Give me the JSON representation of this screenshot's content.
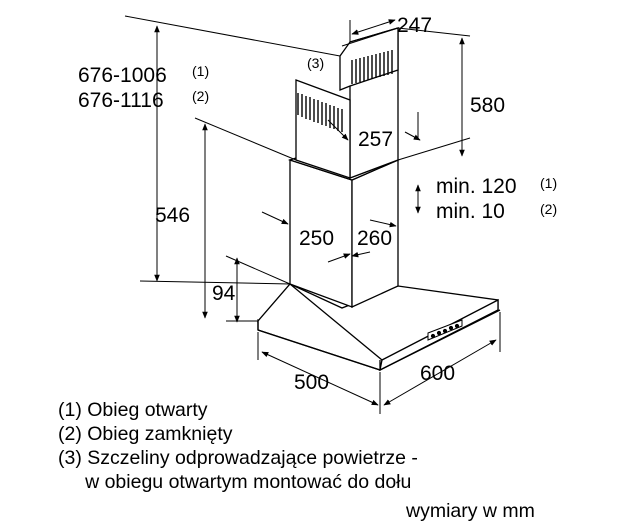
{
  "dimensions": {
    "total_height_1": "676-1006",
    "total_height_1_ref": "(1)",
    "total_height_2": "676-1116",
    "total_height_2_ref": "(2)",
    "chimney_top_width": "247",
    "chimney_top_height": "580",
    "chimney_depth": "257",
    "slot_ref": "(3)",
    "min_clearance_1": "min. 120",
    "min_clearance_1_ref": "(1)",
    "min_clearance_2": "min. 10",
    "min_clearance_2_ref": "(2)",
    "lower_height": "546",
    "chimney_width": "250",
    "chimney_depth_lower": "260",
    "canopy_height": "94",
    "depth": "500",
    "width": "600"
  },
  "legend": {
    "item1": "(1) Obieg otwarty",
    "item2": "(2) Obieg zamknięty",
    "item3a": "(3) Szczeliny odprowadzające powietrze -",
    "item3b": "     w obiegu otwartym montować do dołu",
    "units": "wymiary w mm"
  }
}
